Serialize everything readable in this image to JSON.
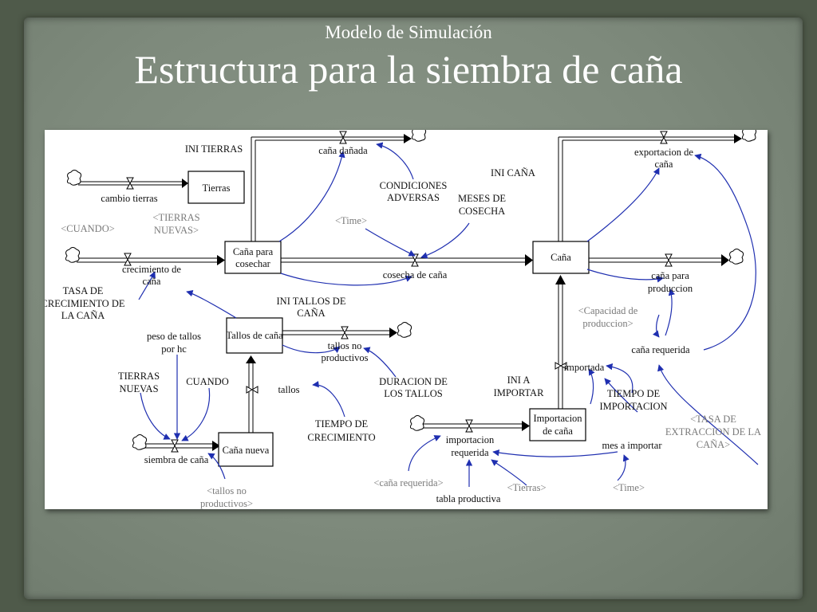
{
  "slide": {
    "subtitle": "Modelo de Simulación",
    "title": "Estructura para la siembra de caña"
  },
  "diagram": {
    "stocks": {
      "tierras": "Tierras",
      "cana_cosechar_1": "Caña para",
      "cana_cosechar_2": "cosechar",
      "cana": "Caña",
      "tallos_cana": "Tallos de caña",
      "cana_nueva": "Caña nueva",
      "importacion_1": "Importacion",
      "importacion_2": "de caña"
    },
    "labels": {
      "ini_tierras": "INI TIERRAS",
      "cana_danada": "caña dañada",
      "condiciones_1": "CONDICIONES",
      "condiciones_2": "ADVERSAS",
      "ini_cana": "INI CAÑA",
      "meses_1": "MESES DE",
      "meses_2": "COSECHA",
      "exportacion_1": "exportacion de",
      "exportacion_2": "caña",
      "cambio_tierras": "cambio tierras",
      "tierras_nuevas_shadow_1": "<TIERRAS",
      "tierras_nuevas_shadow_2": "NUEVAS>",
      "cuando_shadow": "<CUANDO>",
      "time_shadow": "<Time>",
      "crecimiento_1": "crecimiento de",
      "crecimiento_2": "caña",
      "cosecha_cana": "cosecha de caña",
      "cana_produccion_1": "caña para",
      "cana_produccion_2": "produccion",
      "tasa_crecimiento_1": "TASA DE",
      "tasa_crecimiento_2": "CRECIMIENTO DE",
      "tasa_crecimiento_3": "LA CAÑA",
      "ini_tallos_1": "INI TALLOS DE",
      "ini_tallos_2": "CAÑA",
      "capacidad_1": "<Capacidad de",
      "capacidad_2": "produccion>",
      "peso_tallos_1": "peso de tallos",
      "peso_tallos_2": "por hc",
      "tallos_no_prod_1": "tallos no",
      "tallos_no_prod_2": "productivos",
      "cana_requerida": "caña requerida",
      "importada": "importada",
      "tierras_nuevas_1": "TIERRAS",
      "tierras_nuevas_2": "NUEVAS",
      "cuando": "CUANDO",
      "tallos": "tallos",
      "duracion_1": "DURACION DE",
      "duracion_2": "LOS TALLOS",
      "ini_importar_1": "INI A",
      "ini_importar_2": "IMPORTAR",
      "tiempo_importacion_1": "TIEMPO DE",
      "tiempo_importacion_2": "IMPORTACION",
      "tiempo_crecimiento_1": "TIEMPO DE",
      "tiempo_crecimiento_2": "CRECIMIENTO",
      "tasa_extraccion_1": "<TASA DE",
      "tasa_extraccion_2": "EXTRACCION DE LA",
      "tasa_extraccion_3": "CAÑA>",
      "siembra_cana": "siembra de caña",
      "importacion_req_1": "importacion",
      "importacion_req_2": "requerida",
      "mes_importar": "mes a importar",
      "tallos_no_prod_shadow_1": "<tallos no",
      "tallos_no_prod_shadow_2": "productivos>",
      "cana_requerida_shadow": "<caña requerida>",
      "tierras_shadow": "<Tierras>",
      "tabla_productiva": "tabla productiva",
      "time_shadow_2": "<Time>"
    },
    "colors": {
      "link": "#1f2fb0",
      "shadow_text": "#7a7a7a"
    }
  }
}
